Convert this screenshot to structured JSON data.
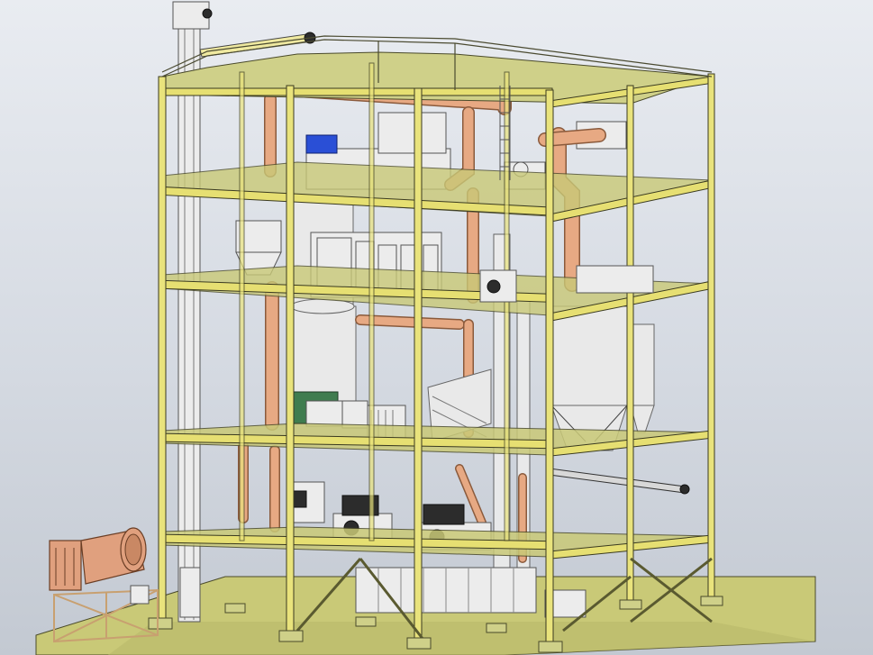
{
  "scene": {
    "kind": "3d-cad-model",
    "floors": 5,
    "colors": {
      "steel": "#e9e37c",
      "floor": "#c9c977",
      "pipe": "#e7a983",
      "equipment": "#ececec",
      "motor": "#2c2c2c",
      "accent_blue": "#2a4fd6",
      "accent_green": "#3f7c4f",
      "ground": "#c9c977"
    },
    "icons": [
      "dryer-drum",
      "bucket-elevator",
      "silo",
      "dust-collector",
      "mixer-motor",
      "screw-conveyor",
      "cyclone"
    ]
  }
}
